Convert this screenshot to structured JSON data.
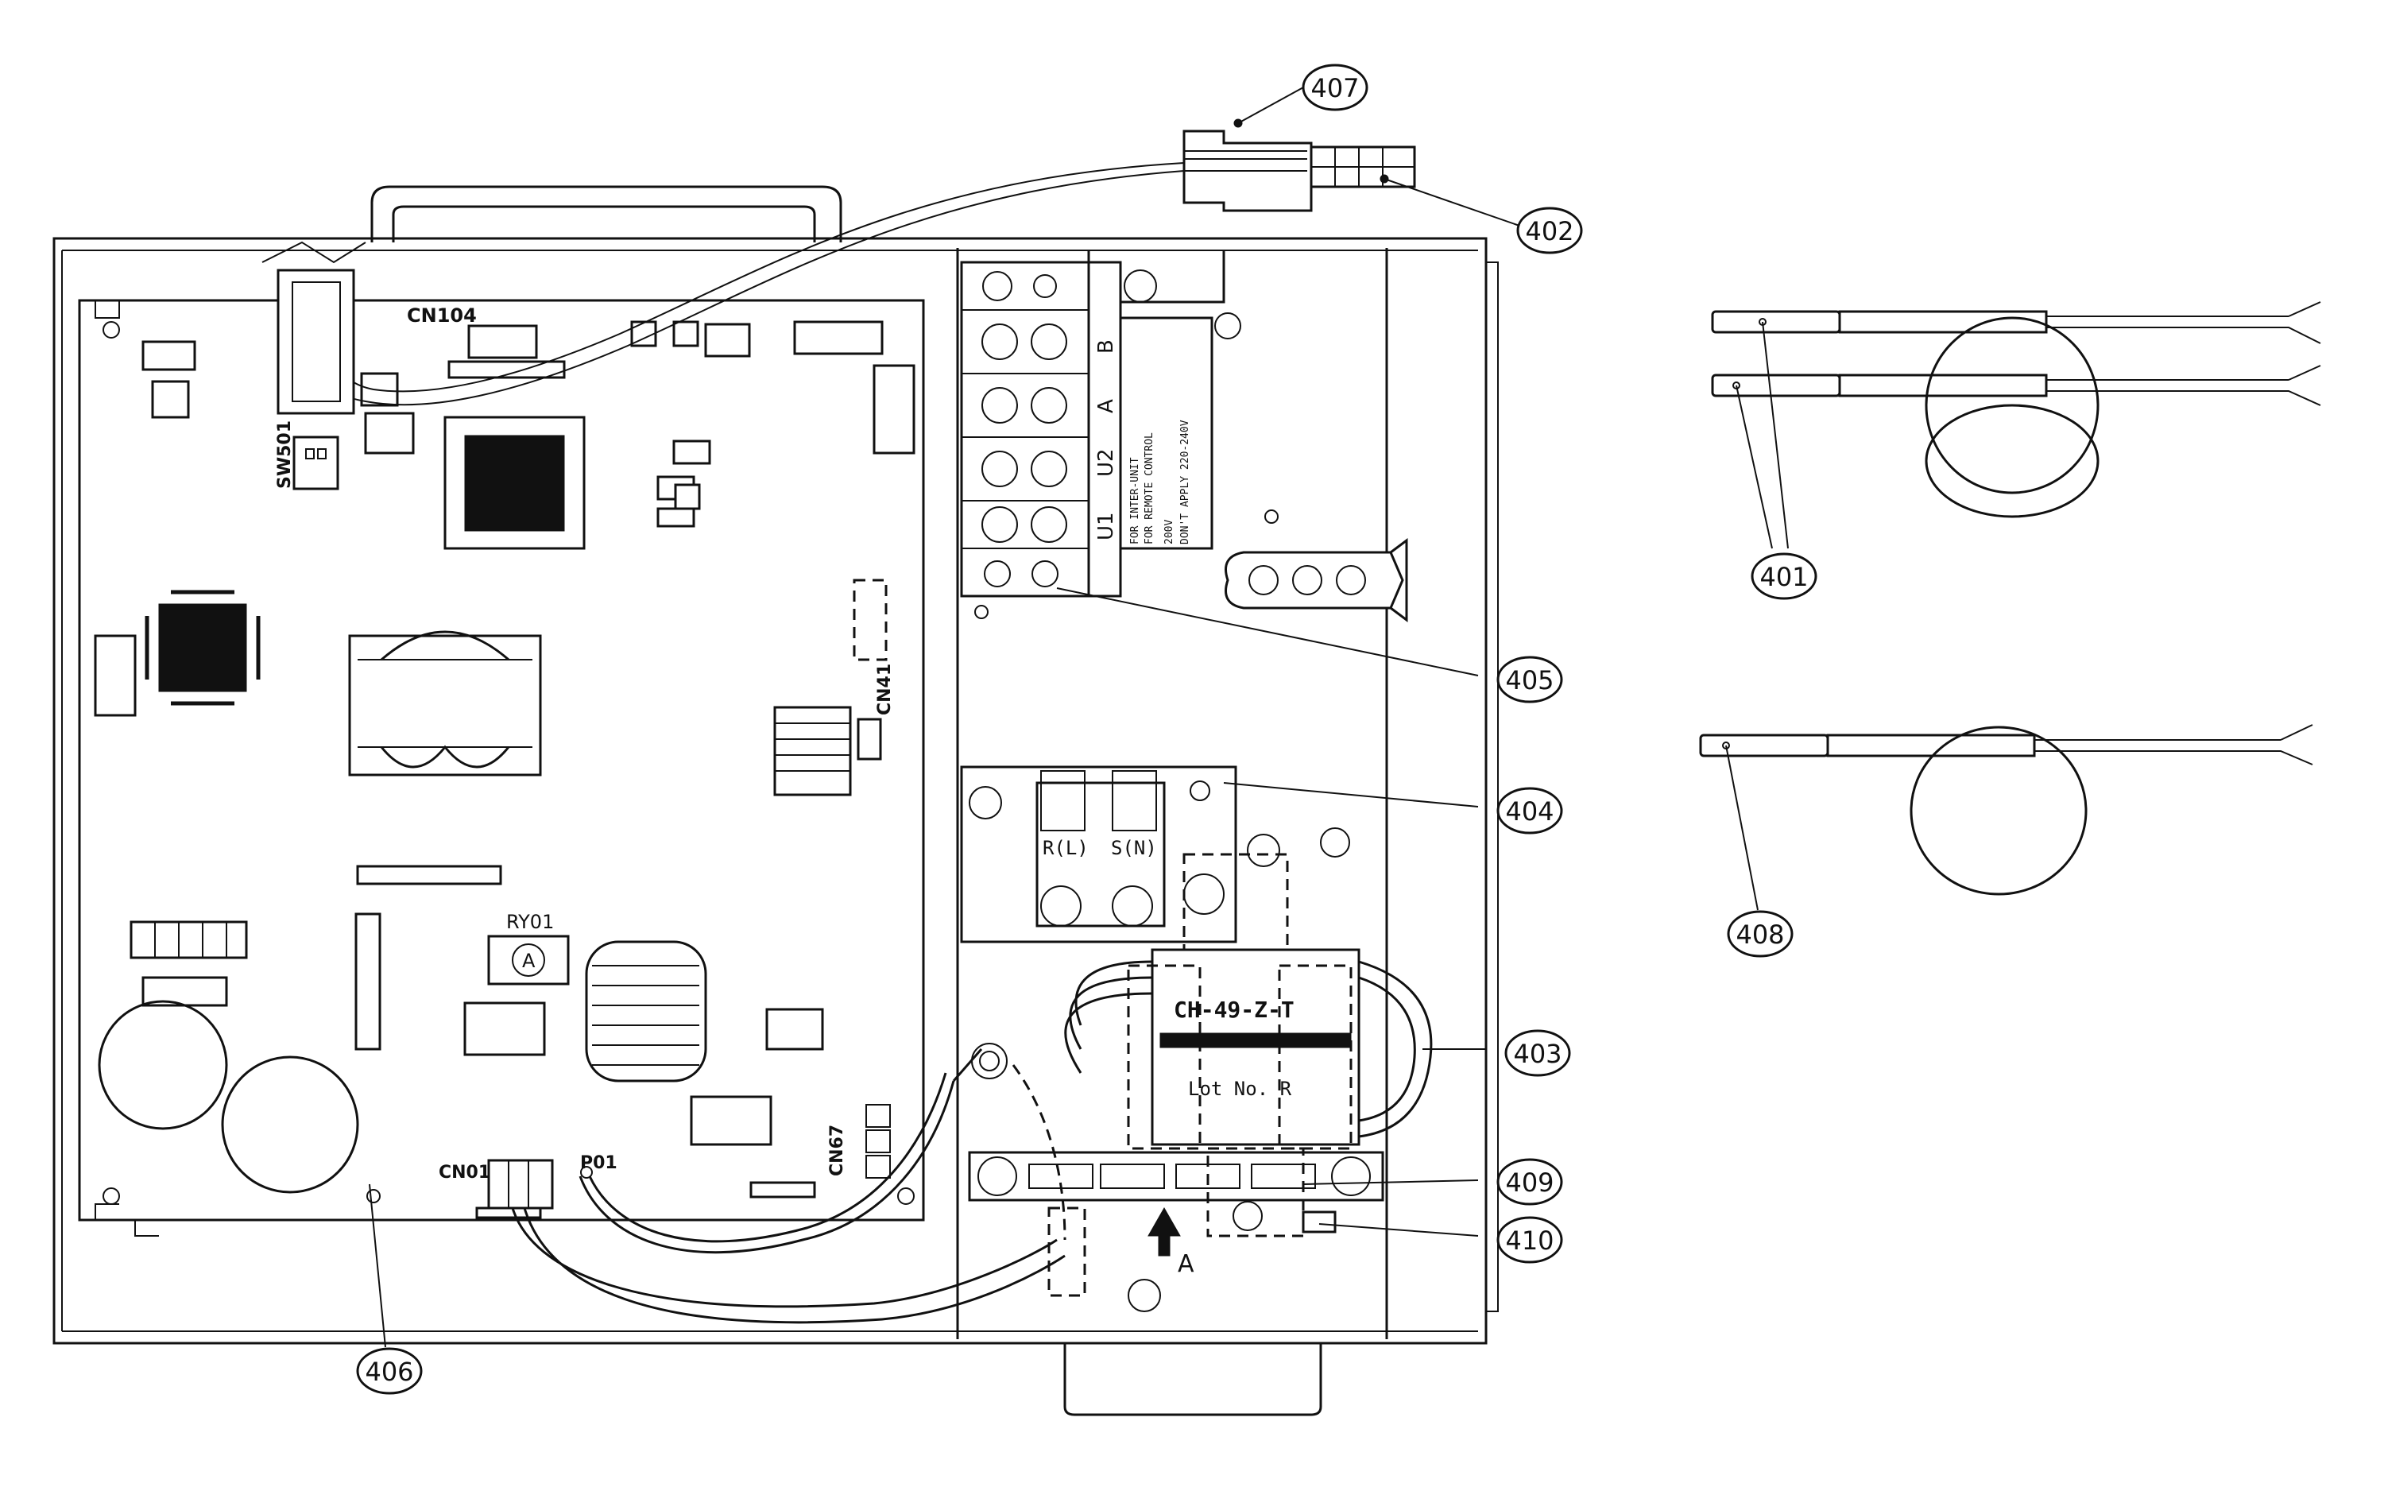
{
  "callouts": [
    {
      "id": "c407",
      "label": "407"
    },
    {
      "id": "c402",
      "label": "402"
    },
    {
      "id": "c401",
      "label": "401"
    },
    {
      "id": "c405",
      "label": "405"
    },
    {
      "id": "c404",
      "label": "404"
    },
    {
      "id": "c403",
      "label": "403"
    },
    {
      "id": "c408",
      "label": "408"
    },
    {
      "id": "c409",
      "label": "409"
    },
    {
      "id": "c410",
      "label": "410"
    },
    {
      "id": "c406",
      "label": "406"
    }
  ],
  "board_labels": {
    "cn104": "CN104",
    "sw501": "SW501",
    "cn41": "CN41",
    "ry01": "RY01",
    "ry01_symbol": "A",
    "cn01": "CN01",
    "p01": "P01",
    "cn67": "CN67"
  },
  "terminal_block": {
    "labels": [
      "U1",
      "U2",
      "A",
      "B"
    ],
    "inter_unit_note": "FOR INTER-UNIT",
    "remote_note": "FOR REMOTE CONTROL",
    "apply_note_1": "200V",
    "apply_note_2": "DON'T APPLY 220-240V"
  },
  "power_block": {
    "r_label": "R(L)",
    "s_label": "S(N)"
  },
  "ferrite_core": {
    "model": "CH-49-Z-T",
    "lot": "Lot No. R"
  },
  "view_arrow": {
    "label": "A"
  }
}
